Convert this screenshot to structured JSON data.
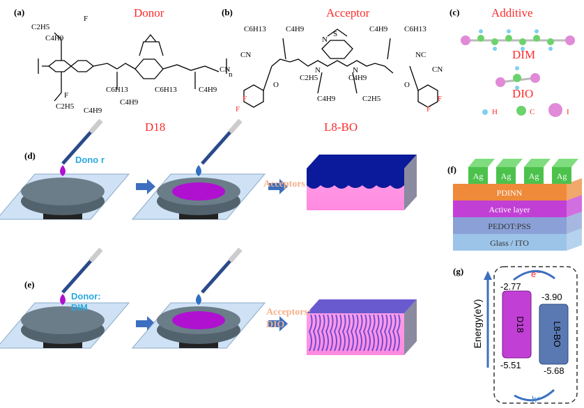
{
  "panels": {
    "a": {
      "tag": "(a)",
      "title": "Donor",
      "name": "D18",
      "groups": [
        "C2H5",
        "C4H9",
        "F",
        "C6H13",
        "C4H9",
        "C6H13",
        "C4H9",
        "F",
        "C2H5",
        "C4H9",
        "n"
      ]
    },
    "b": {
      "tag": "(b)",
      "title": "Acceptor",
      "name": "L8-BO",
      "groups": [
        "C6H13",
        "C4H9",
        "C4H9",
        "C6H13",
        "CN",
        "CN",
        "NC",
        "CN",
        "O",
        "O",
        "F",
        "F",
        "F",
        "F",
        "N",
        "N",
        "C2H5",
        "C4H9",
        "C4H9",
        "C2H5",
        "S",
        "N"
      ]
    },
    "c": {
      "tag": "(c)",
      "title": "Additive",
      "mol1": "DIM",
      "mol2": "DIO",
      "legend": [
        {
          "label": "H",
          "color": "#7fd0ee"
        },
        {
          "label": "C",
          "color": "#6cd36c"
        },
        {
          "label": "I",
          "color": "#e08ad8"
        }
      ]
    },
    "d": {
      "tag": "(d)",
      "drop_label": "Dono\nr",
      "acceptor_label": "Acceptors"
    },
    "e": {
      "tag": "(e)",
      "drop_label_1": "Donor:",
      "drop_label_2": "DIM",
      "acceptor_label_1": "Acceptors:",
      "acceptor_label_2": "DIO"
    },
    "f": {
      "tag": "(f)",
      "electrode": "Ag",
      "layers": [
        {
          "label": "PDINN",
          "color": "#ee8a3a"
        },
        {
          "label": "Active layer",
          "color": "#c23fd6"
        },
        {
          "label": "PEDOT:PSS",
          "color": "#8aa0d6"
        },
        {
          "label": "Glass / ITO",
          "color": "#9cc4e8"
        }
      ]
    },
    "g": {
      "tag": "(g)",
      "axis_label": "Energy(eV)",
      "electron": "e⁻",
      "hole": "h⁺",
      "donor": {
        "name": "D18",
        "lumo": "-2.77",
        "homo": "-5.51",
        "color": "#c23fd6"
      },
      "acceptor": {
        "name": "L8-BO",
        "lumo": "-3.90",
        "homo": "-5.68",
        "color": "#5a79b3"
      }
    }
  },
  "colors": {
    "title_red": "#ff2a2a",
    "label_blue": "#2aa8e0",
    "label_orange": "#f5b08a",
    "arrow": "#3c6fc0"
  }
}
